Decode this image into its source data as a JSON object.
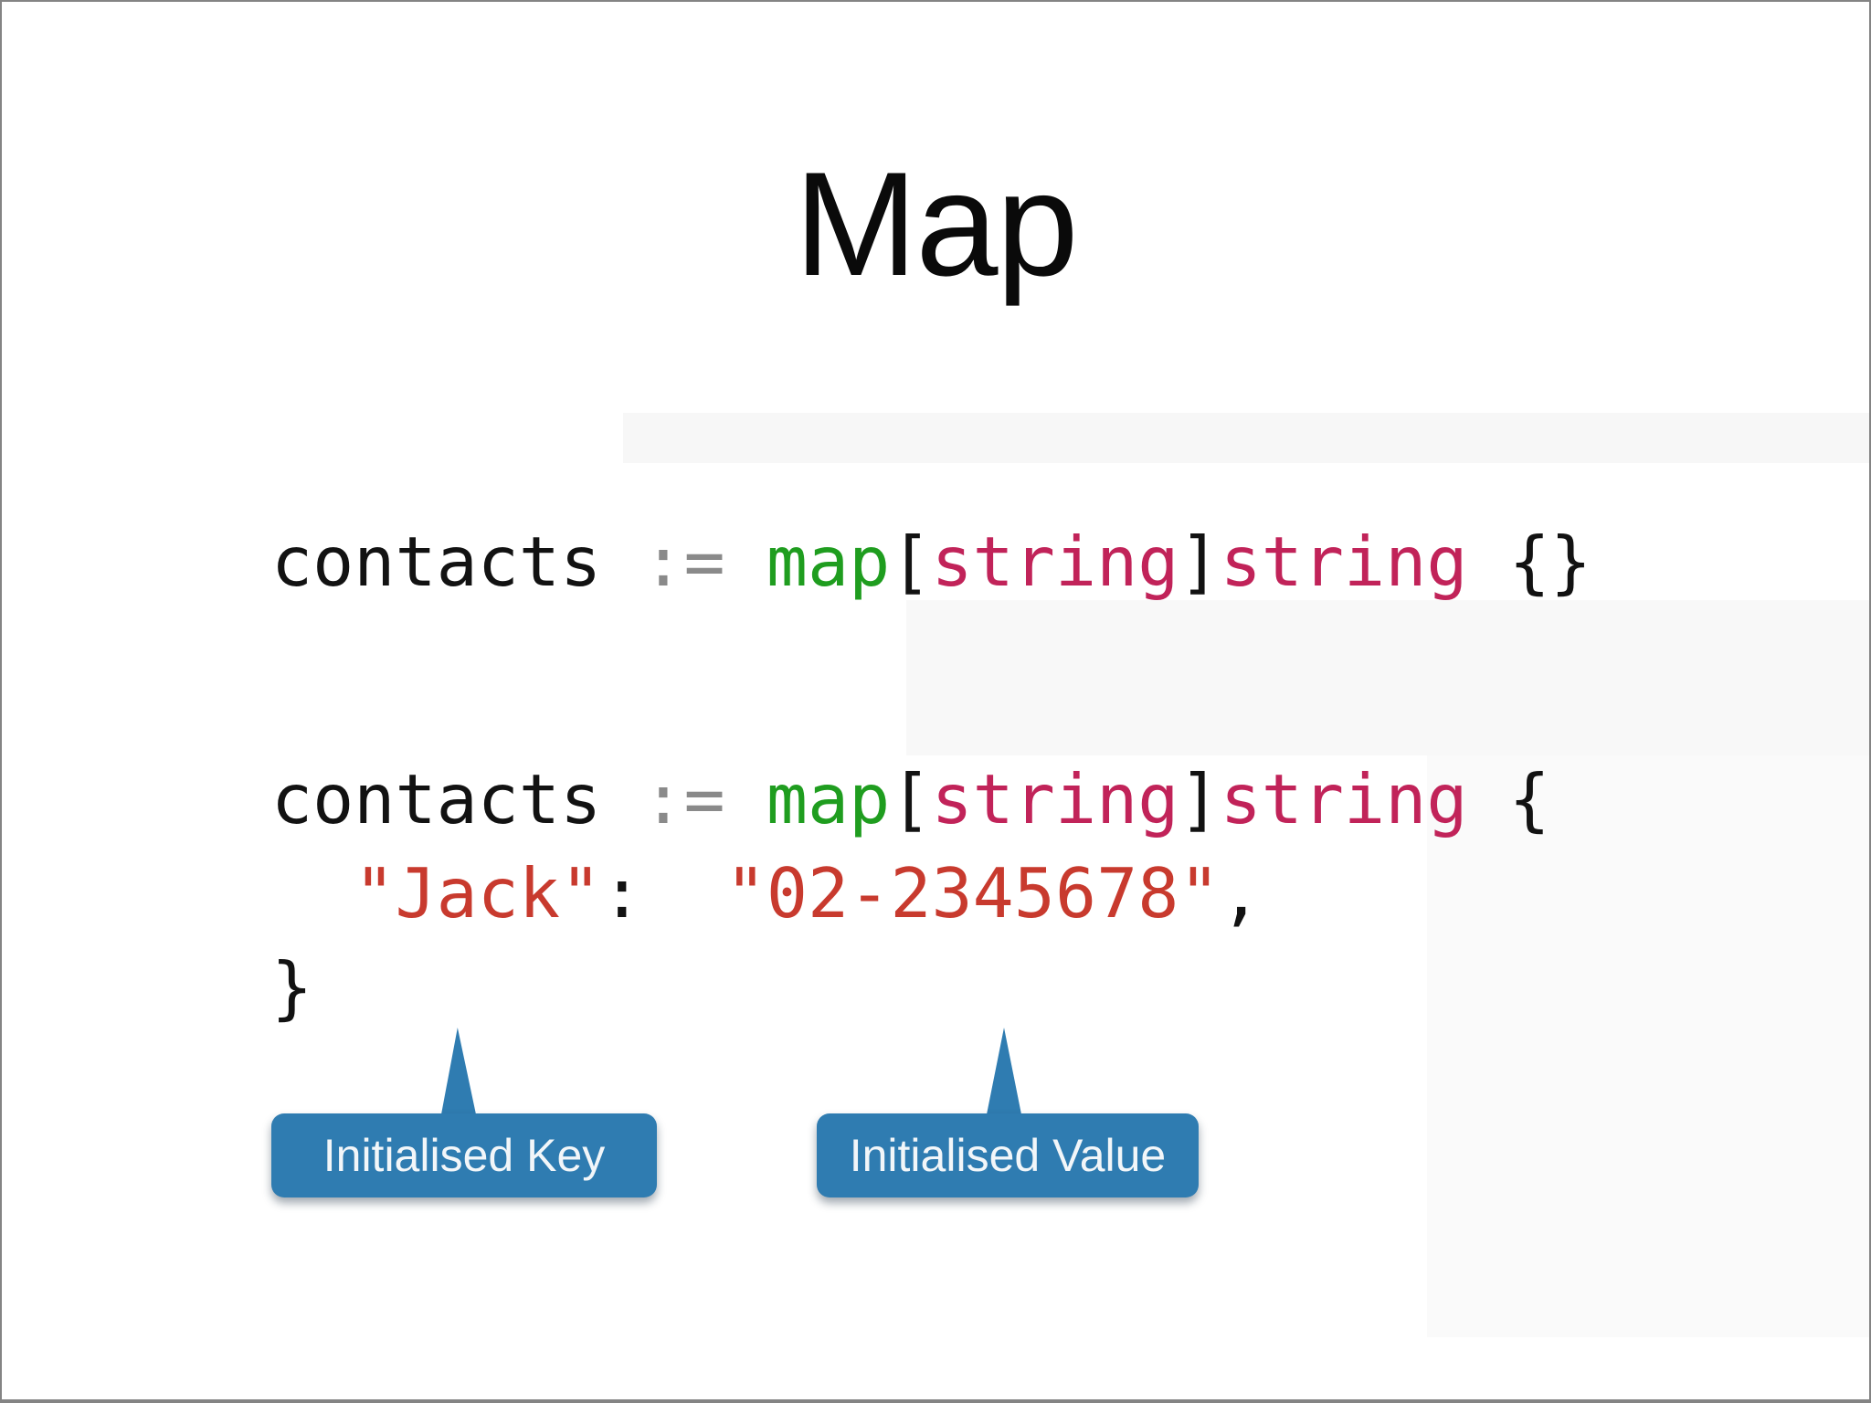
{
  "slide": {
    "title": "Map"
  },
  "code": {
    "block1": [
      {
        "text": "contacts ",
        "style": "plain"
      },
      {
        "text": ":=",
        "style": "operator"
      },
      {
        "text": " ",
        "style": "plain"
      },
      {
        "text": "map",
        "style": "keyword"
      },
      {
        "text": "[",
        "style": "plain"
      },
      {
        "text": "string",
        "style": "type"
      },
      {
        "text": "]",
        "style": "plain"
      },
      {
        "text": "string",
        "style": "type"
      },
      {
        "text": " {}",
        "style": "plain"
      }
    ],
    "block2_line1": [
      {
        "text": "contacts ",
        "style": "plain"
      },
      {
        "text": ":=",
        "style": "operator"
      },
      {
        "text": " ",
        "style": "plain"
      },
      {
        "text": "map",
        "style": "keyword"
      },
      {
        "text": "[",
        "style": "plain"
      },
      {
        "text": "string",
        "style": "type"
      },
      {
        "text": "]",
        "style": "plain"
      },
      {
        "text": "string",
        "style": "type"
      },
      {
        "text": " {",
        "style": "plain"
      }
    ],
    "block2_line2": [
      {
        "text": "  ",
        "style": "plain"
      },
      {
        "text": "\"Jack\"",
        "style": "string"
      },
      {
        "text": ":  ",
        "style": "plain"
      },
      {
        "text": "\"02-2345678\"",
        "style": "string"
      },
      {
        "text": ",",
        "style": "plain"
      }
    ],
    "block2_line3": [
      {
        "text": "}",
        "style": "plain"
      }
    ]
  },
  "callouts": {
    "key_label": "Initialised Key",
    "value_label": "Initialised Value"
  },
  "colors": {
    "keyword_green": "#1F9D1F",
    "type_magenta": "#C12359",
    "string_red": "#C83A2E",
    "operator_gray": "#8A8A8A",
    "code_black": "#121212",
    "callout_blue": "#2F7CB1",
    "callout_text": "#F2F6F9"
  }
}
